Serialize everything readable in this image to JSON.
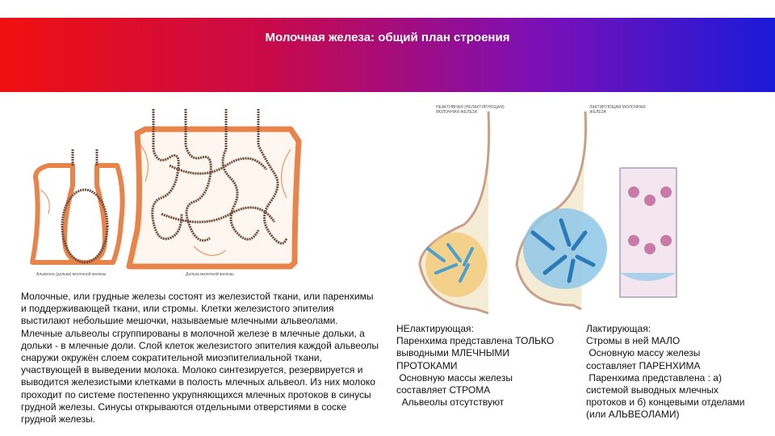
{
  "slide": {
    "title": "Молочная железа: общий план строения",
    "colors": {
      "banner_start": "#f01010",
      "banner_end": "#1a1ad8",
      "tissue": "#e8844a",
      "alveolus_fill": "#8ec8e8"
    }
  },
  "figure_left": {
    "caption_single": "Альвеола (дольки) молочной железы",
    "caption_lobule": "Долька молочной железы"
  },
  "figure_right": {
    "caption_nonlact": "НЕАКТИВНАЯ (НЕЛАКТИРУЮЩАЯ) МОЛОЧНАЯ ЖЕЛЕЗА",
    "caption_lact": "ЛАКТИРУЮЩАЯ МОЛОЧНАЯ ЖЕЛЕЗА"
  },
  "body_text": "Молочные, или грудные железы состоят из железистой ткани, или паренхимы и поддерживающей ткани, или стромы. Клетки железистого эпителия выстилают небольшие мешочки, называемые млечными альвеолами. Млечные альвеолы сгруппированы в молочной железе в млечные дольки, а дольки - в млечные доли. Слой клеток железистого эпителия каждой альвеолы снаружи окружён слоем сократительной миоэпителиальной ткани, участвующей в выведении молока. Молоко синтезируется, резервируется и выводится железистыми клетками в полость млечных альвеол. Из них молоко проходит по системе постепенно укрупняющихся млечных протоков в синусы грудной железы. Синусы открываются отдельными отверстиями в соске грудной железы.",
  "nonlactating": {
    "lines": [
      "НЕлактирующая:",
      "Паренхима представлена ТОЛЬКО",
      "выводными МЛЕЧНЫМИ",
      "ПРОТОКАМИ",
      " Основную массы железы",
      "составляет СТРОМА",
      "  Альвеолы отсутствуют"
    ]
  },
  "lactating": {
    "lines": [
      "Лактирующая:",
      "Стромы в ней МАЛО",
      " Основную массу железы",
      "составляет ПАРЕНХИМА",
      " Паренхима представлена : а)",
      "системой выводных млечных",
      "протоков и б) концевыми отделами",
      "(или АЛЬВЕОЛАМИ)"
    ]
  }
}
